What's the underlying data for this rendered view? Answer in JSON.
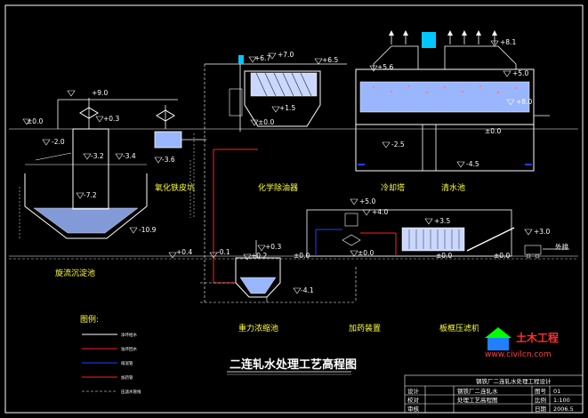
{
  "title": "二连轧水处理工艺高程图",
  "labels": {
    "swirl_tank": "旋流沉淀池",
    "oil_tank": "氧化铁皮坑",
    "chem_oil": "化学除油器",
    "cooling_tower": "冷却塔",
    "clear_pool": "清水池",
    "gravity_tank": "重力浓缩池",
    "dosing": "加药装置",
    "filter_press": "板框压滤机",
    "legend_title": "图例:"
  },
  "elevations": {
    "e_p9_0": "+9.0",
    "e_p0_3a": "+0.3",
    "e_p0_0a": "±0.0",
    "e_m2_0": "-2.0",
    "e_m3_2": "-3.2",
    "e_m3_4": "-3.4",
    "e_m3_6": "-3.6",
    "e_m7_2": "-7.2",
    "e_m10_9": "-10.9",
    "e_p6_7": "+6.7",
    "e_p7_0": "+7.0",
    "e_p6_5": "+6.5",
    "e_p1_5": "+1.5",
    "e_p0_0b": "±0.0",
    "e_p5_6": "+5.6",
    "e_p5_0": "+5.0",
    "e_p8_1": "+8.1",
    "e_p8_0": "+8.0",
    "e_m2_5": "-2.5",
    "e_m4_5": "-4.5",
    "e_p5_0b": "+5.0",
    "e_p4_0": "+4.0",
    "e_p3_5": "+3.5",
    "e_p3_0": "+3.0",
    "e_p0_4": "+0.4",
    "e_m0_1": "-0.1",
    "e_p0_3b": "+0.3",
    "e_p0_2": "+0.2",
    "e_m4_1": "-4.1",
    "e_p0_0c": "±0.0",
    "e_p0_0d": "±0.0",
    "e_p0_0e": "±0.0",
    "e_p0_0f": "±0.0",
    "e_p0_0g": "±0.0"
  },
  "outlet_label": "外排",
  "legend": [
    "净环给水",
    "浊环回水",
    "排泥管",
    "加药管",
    "压滤水管线"
  ],
  "watermark": {
    "name": "土木工程",
    "url": "www.civilcn.com"
  },
  "title_block": {
    "header": "钢铁厂二连轧水处理工程设计",
    "rows": [
      [
        "设计",
        "",
        "钢铁厂二连轧水",
        "图号",
        "01"
      ],
      [
        "校对",
        "",
        "处理工艺高程图",
        "比例",
        "1:100"
      ],
      [
        "审核",
        "",
        "",
        "日期",
        "2006.5"
      ]
    ]
  },
  "colors": {
    "line": "#ffffff",
    "blue": "#2040ff",
    "red": "#ff2020",
    "cyan": "#00c8ff",
    "yellow": "#ffff40",
    "green": "#00ff00"
  }
}
